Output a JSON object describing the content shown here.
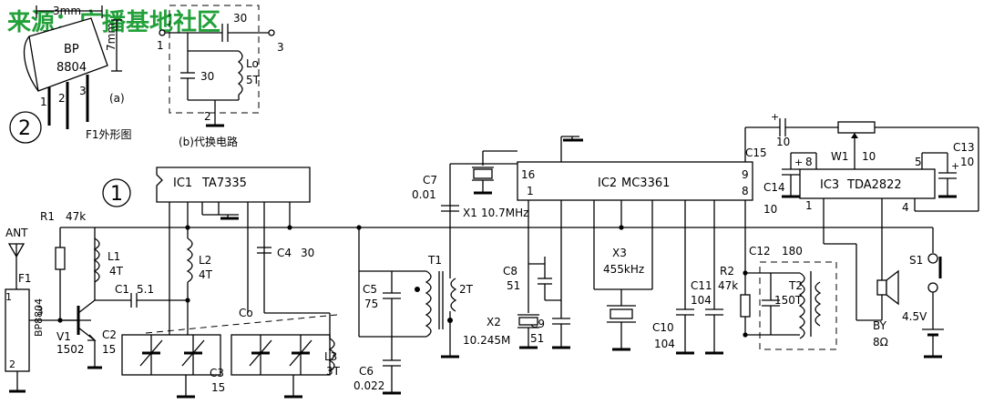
{
  "watermark": "来源：广播基地社区",
  "figure_numbers": {
    "main": "1",
    "alt": "2"
  },
  "module": {
    "name": "F1",
    "part": "BP8804",
    "pin_main": "3",
    "pin_bottom": "2",
    "pin_top": "1",
    "ant_label": "ANT"
  },
  "outline_view": {
    "body_l1": "BP",
    "body_l2": "8804",
    "dim_w": "3mm",
    "dim_h": "7mm",
    "pins": [
      "1",
      "2",
      "3"
    ],
    "sub_label": "(a)",
    "caption": "F1外形图"
  },
  "substitute": {
    "cap_series": "30",
    "cap_shunt": "30",
    "coil_name": "Lo",
    "coil_turns": "5T",
    "pin_in": "1",
    "pin_out": "3",
    "pin_gnd": "2",
    "caption": "(b)代换电路"
  },
  "ic1": {
    "ref": "IC1",
    "part": "TA7335"
  },
  "ic2": {
    "ref": "IC2",
    "part": "MC3361",
    "pin_l": "16",
    "pin_l2": "1",
    "pin_r": "9",
    "pin_r2": "8"
  },
  "ic3": {
    "ref": "IC3",
    "part": "TDA2822",
    "pins": {
      "p8": "8",
      "p5": "5",
      "p1": "1",
      "p4": "4"
    }
  },
  "components": {
    "R1": {
      "ref": "R1",
      "value": "47k"
    },
    "L1": {
      "ref": "L1",
      "value": "4T"
    },
    "L2": {
      "ref": "L2",
      "value": "4T"
    },
    "L3": {
      "ref": "L3",
      "value": "3T"
    },
    "C1": {
      "ref": "C1",
      "value": "5.1"
    },
    "C2": {
      "ref": "C2",
      "value": "15"
    },
    "C3": {
      "ref": "C3",
      "value": "15"
    },
    "C4": {
      "ref": "C4",
      "value": "30"
    },
    "C5": {
      "ref": "C5",
      "value": "75"
    },
    "C6": {
      "ref": "C6",
      "value": "0.022"
    },
    "C7": {
      "ref": "C7",
      "value": "0.01"
    },
    "C8": {
      "ref": "C8",
      "value": "51"
    },
    "C9": {
      "ref": "C9",
      "value": "51"
    },
    "C10": {
      "ref": "C10",
      "value": "104"
    },
    "C11": {
      "ref": "C11",
      "value": "104"
    },
    "C12": {
      "ref": "C12",
      "value": "180"
    },
    "C13": {
      "ref": "C13",
      "value": "10"
    },
    "C14": {
      "ref": "C14",
      "value": "10"
    },
    "C15": {
      "ref": "C15",
      "value": "10"
    },
    "V1": {
      "ref": "V1",
      "value": "1502"
    },
    "T1": {
      "ref": "T1",
      "value": "2T"
    },
    "T2": {
      "ref": "T2",
      "value": "150T"
    },
    "X1": {
      "ref": "X1",
      "value": "10.7MHz"
    },
    "X2": {
      "ref": "X2",
      "value": "10.245M"
    },
    "X3": {
      "ref": "X3",
      "value": "455kHz"
    },
    "R2": {
      "ref": "R2",
      "value": "47k"
    },
    "W1": {
      "ref": "W1",
      "value": "10"
    },
    "Co": {
      "ref": "Co"
    },
    "S1": {
      "ref": "S1"
    },
    "BY": {
      "ref": "BY",
      "value": "8Ω"
    },
    "battery": {
      "value": "4.5V"
    }
  },
  "polarity": {
    "plus": "+"
  }
}
